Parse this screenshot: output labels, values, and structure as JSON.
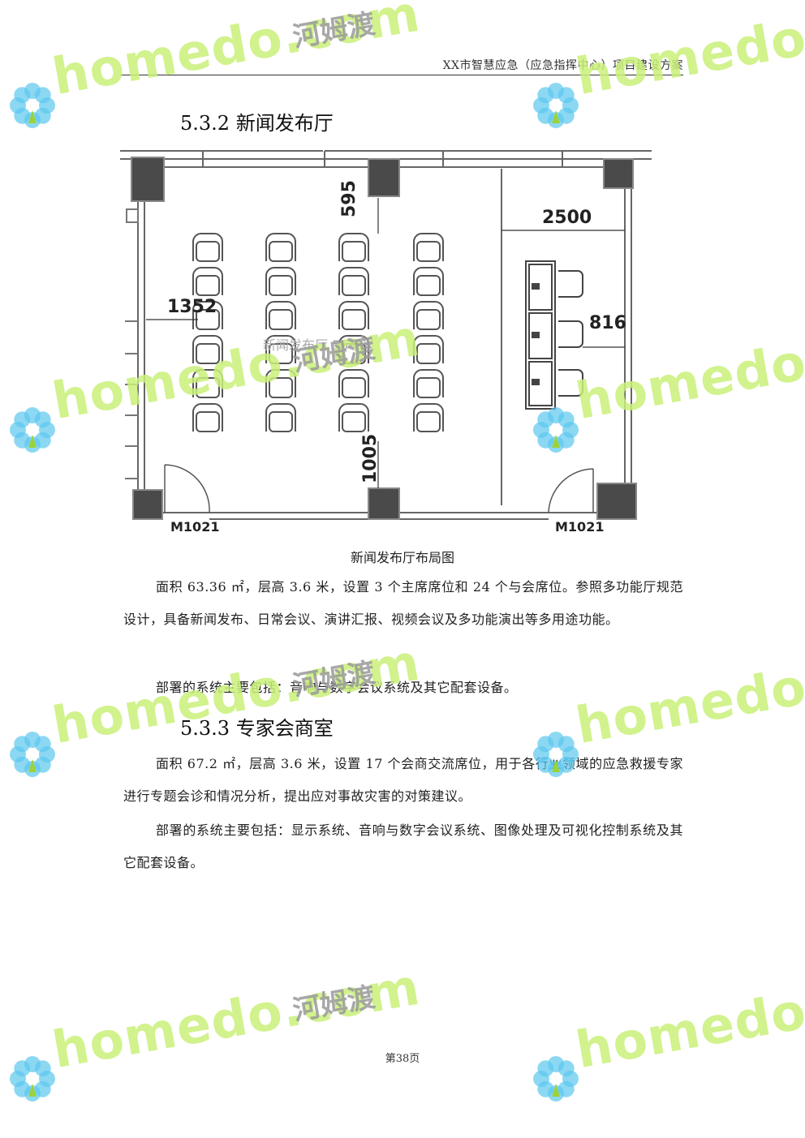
{
  "header": {
    "title": "XX市智慧应急（应急指挥中心）项目建设方案"
  },
  "section_532": {
    "heading": "5.3.2 新闻发布厅"
  },
  "floorplan": {
    "labels": {
      "dim_595": "595",
      "dim_2500": "2500",
      "dim_1352": "1352",
      "dim_816": "816",
      "dim_1005": "1005",
      "door_left": "M1021",
      "door_right": "M1021",
      "room_label": "新闻发布厅 55平米"
    }
  },
  "caption": "新闻发布厅布局图",
  "para1": "面积 63.36 ㎡，层高 3.6 米，设置 3 个主席席位和 24 个与会席位。参照多功能厅规范设计，具备新闻发布、日常会议、演讲汇报、视频会议及多功能演出等多用途功能。",
  "para2": "部署的系统主要包括：音响与数字会议系统及其它配套设备。",
  "section_533": {
    "heading": "5.3.3 专家会商室"
  },
  "para3": "面积 67.2 ㎡，层高 3.6 米，设置 17 个会商交流席位，用于各行业领域的应急救援专家进行专题会诊和情况分析，提出应对事故灾害的对策建议。",
  "para4": "部署的系统主要包括：显示系统、音响与数字会议系统、图像处理及可视化控制系统及其它配套设备。",
  "footer": {
    "page": "第38页"
  },
  "watermark": {
    "brand": "homedo.com",
    "cn": "河姆渡"
  },
  "colors": {
    "watermark_green": "#c9f07a",
    "flower_blue": "#5bc8ee",
    "wall": "#555555"
  }
}
